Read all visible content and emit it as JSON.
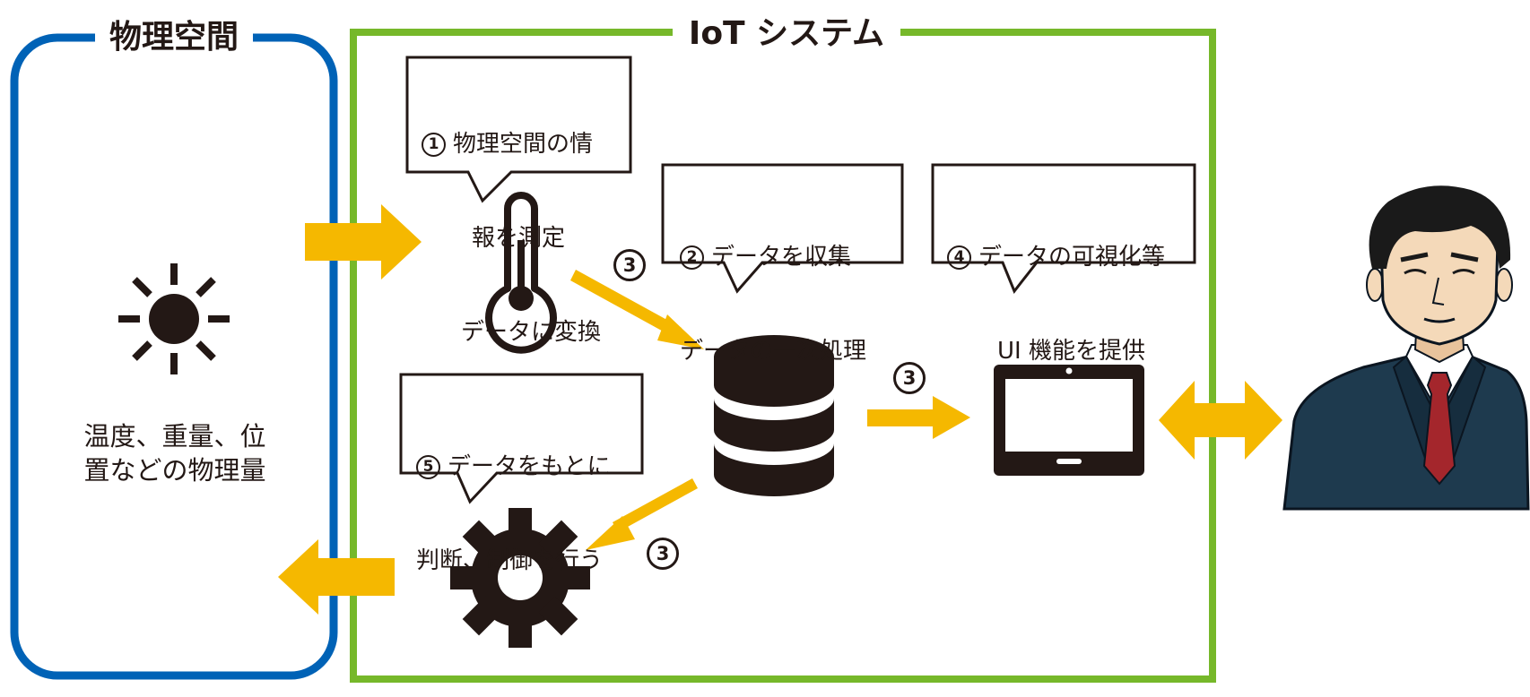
{
  "colors": {
    "physical_border": "#0062b6",
    "iot_border": "#76b82a",
    "arrow": "#f5b800",
    "ink": "#231815",
    "suit": "#1e3a4e",
    "tie": "#a4262c",
    "skin": "#f4d9b9"
  },
  "physical_space": {
    "title": "物理空間",
    "description_line1": "温度、重量、位",
    "description_line2": "置などの物理量"
  },
  "iot_system": {
    "title": "IoT システム"
  },
  "bubbles": {
    "measure": {
      "num": "1",
      "lines": [
        "物理空間の情",
        "報を測定",
        "データに変換"
      ]
    },
    "collect": {
      "num": "2",
      "lines": [
        "データを収集",
        "データの一次処理"
      ]
    },
    "visualize": {
      "num": "4",
      "lines": [
        "データの可視化等",
        "UI 機能を提供"
      ]
    },
    "control": {
      "num": "5",
      "lines": [
        "データをもとに",
        "判断、制御を行う"
      ]
    }
  },
  "step_labels": {
    "sensor_to_db": "3",
    "db_to_tablet": "3",
    "db_to_gear": "3"
  },
  "icons": [
    "sun-icon",
    "thermometer-icon",
    "database-icon",
    "tablet-icon",
    "gear-icon",
    "person-illustration"
  ]
}
